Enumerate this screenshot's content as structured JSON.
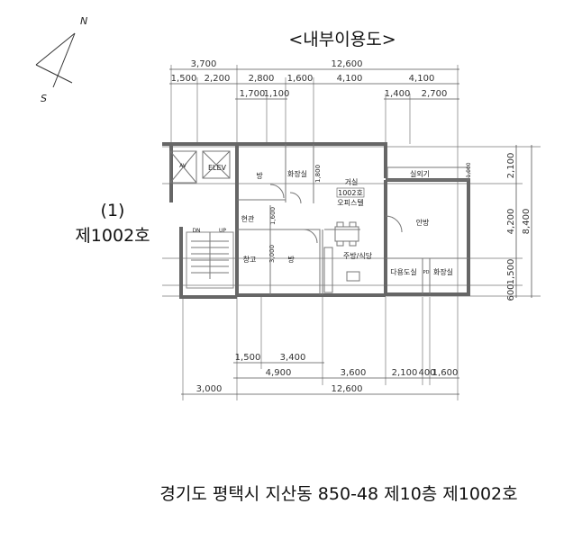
{
  "title": "<내부이용도>",
  "compass": {
    "north": "N",
    "south": "S"
  },
  "unit_label": {
    "number": "(1)",
    "name": "제1002호"
  },
  "address": "경기도 평택시 지산동 850-48 제10층 제1002호",
  "dimensions": {
    "top_row1": [
      "3,700",
      "12,600"
    ],
    "top_row2": [
      "1,500",
      "2,200",
      "2,800",
      "1,600",
      "4,100",
      "4,100"
    ],
    "top_row3": [
      "1,700",
      "1,100",
      "1,400",
      "2,700"
    ],
    "bottom_row1": [
      "1,500",
      "3,400"
    ],
    "bottom_row2": [
      "4,900",
      "3,600",
      "2,100",
      "400",
      "1,600"
    ],
    "bottom_row3": [
      "3,000",
      "12,600"
    ],
    "right_inner": [
      "2,100",
      "4,200",
      "1,500",
      "600"
    ],
    "right_total": "8,400",
    "interior": [
      "1,800",
      "1,600",
      "3,000",
      "1,000"
    ]
  },
  "rooms": {
    "av": "AV",
    "elev": "ELEV",
    "bedroom1": "방",
    "bathroom1": "화장실",
    "living": "거실",
    "unit_no": "1002호",
    "unit_type": "오피스텔",
    "outdoor_unit": "실외기",
    "master_bedroom": "안방",
    "entrance": "현관",
    "stairs_down": "DN",
    "stairs_up": "UP",
    "storage": "창고",
    "bedroom2": "방",
    "kitchen": "주방/식당",
    "utility": "다용도실",
    "pd": "PD",
    "bathroom2": "화장실"
  }
}
